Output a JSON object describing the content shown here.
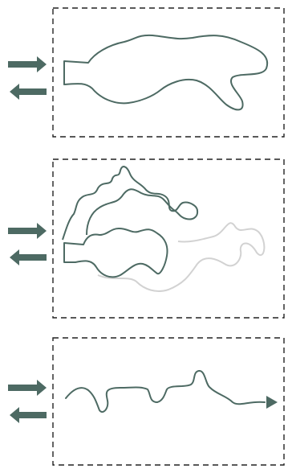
{
  "colors": {
    "stroke": "#4d6a63",
    "faded": "#d2d2d2",
    "frame": "#222222",
    "background": "#ffffff"
  },
  "panels": [
    {
      "icons": [
        "arrow-right-icon",
        "arrow-left-icon"
      ],
      "content": "closed-shape-with-notch"
    },
    {
      "icons": [
        "arrow-right-icon",
        "arrow-left-icon"
      ],
      "content": "folded-shape-with-faded-outline"
    },
    {
      "icons": [
        "arrow-right-icon",
        "arrow-left-icon"
      ],
      "content": "open-wavy-line-with-arrowhead"
    }
  ]
}
